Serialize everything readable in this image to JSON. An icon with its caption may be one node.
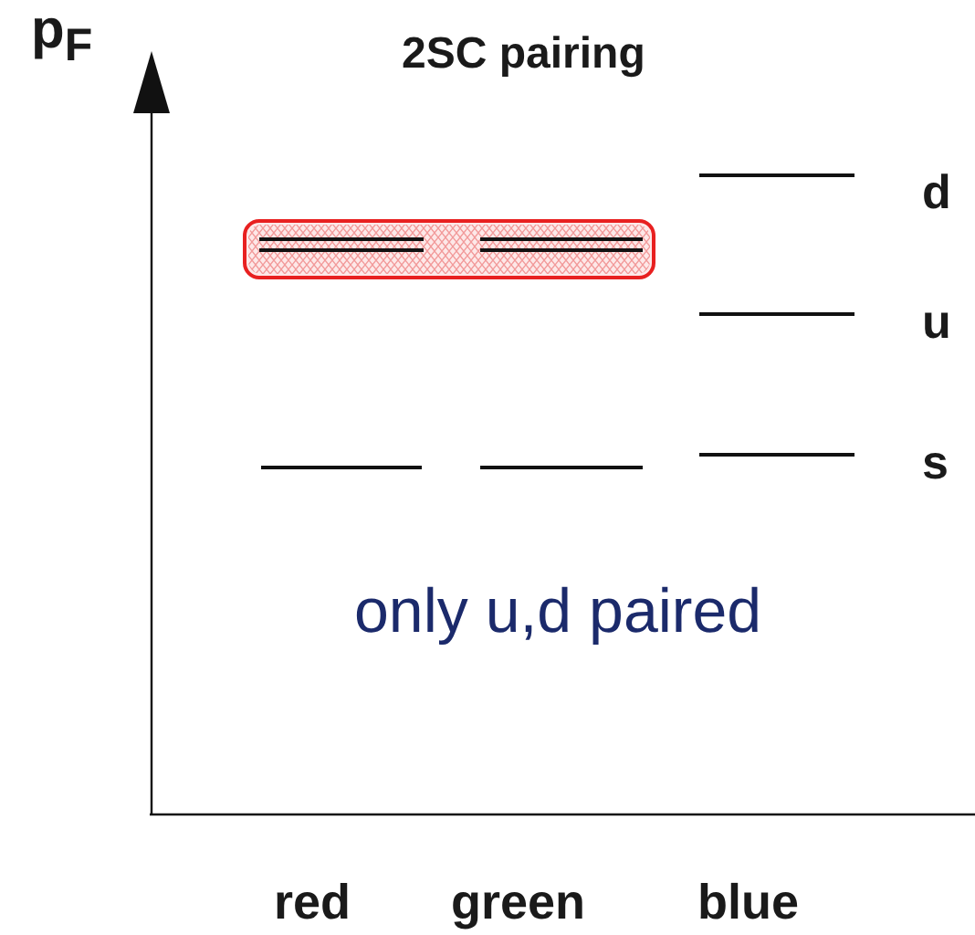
{
  "diagram": {
    "title": "2SC pairing",
    "labels": [
      "p$_{F}$",
      "d",
      "u",
      "s",
      "only u,d paired",
      "red",
      "green",
      "blue"
    ]
  }
}
